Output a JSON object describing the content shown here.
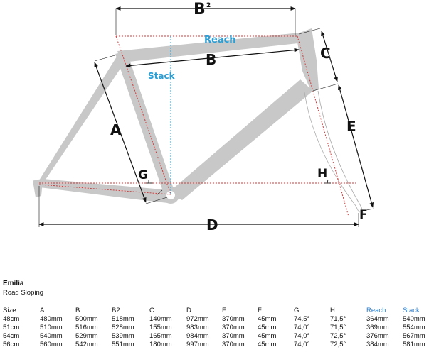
{
  "diagram": {
    "labels": {
      "A": "A",
      "B": "B",
      "B2": "B",
      "B2_sup": "2",
      "C": "C",
      "D": "D",
      "E": "E",
      "F": "F",
      "G": "G",
      "H": "H",
      "reach": "Reach",
      "stack": "Stack"
    },
    "colors": {
      "frame": "#c8c8c8",
      "reach_stack": "#2a9fd6",
      "guide": "#d43a3a",
      "dimension": "#111111"
    }
  },
  "model": {
    "name": "Emilia",
    "type": "Road Sloping"
  },
  "table": {
    "headers": [
      "Size",
      "A",
      "B",
      "B2",
      "C",
      "D",
      "E",
      "F",
      "G",
      "H",
      "Reach",
      "Stack"
    ],
    "rows": [
      [
        "48cm",
        "480mm",
        "500mm",
        "518mm",
        "140mm",
        "972mm",
        "370mm",
        "45mm",
        "74,5°",
        "71,5°",
        "364mm",
        "540mm"
      ],
      [
        "51cm",
        "510mm",
        "516mm",
        "528mm",
        "155mm",
        "983mm",
        "370mm",
        "45mm",
        "74,0°",
        "71,5°",
        "369mm",
        "554mm"
      ],
      [
        "54cm",
        "540mm",
        "529mm",
        "539mm",
        "165mm",
        "984mm",
        "370mm",
        "45mm",
        "74,0°",
        "72,5°",
        "376mm",
        "567mm"
      ],
      [
        "56cm",
        "560mm",
        "542mm",
        "551mm",
        "180mm",
        "997mm",
        "370mm",
        "45mm",
        "74,0°",
        "72,5°",
        "384mm",
        "581mm"
      ]
    ]
  }
}
